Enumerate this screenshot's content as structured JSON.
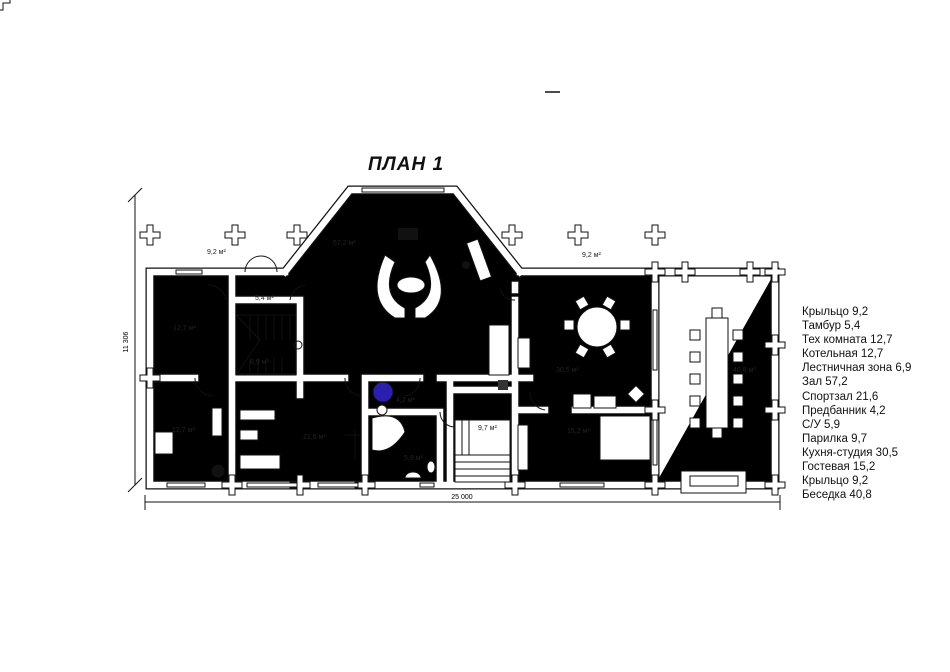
{
  "title": "ПЛАН 1",
  "dimensions": {
    "height": "11 306",
    "width": "25 000"
  },
  "areas": [
    {
      "id": "porch-left",
      "label": "9,2 м²"
    },
    {
      "id": "hall",
      "label": "57,2 м²"
    },
    {
      "id": "vestibule",
      "label": "5,4 м²"
    },
    {
      "id": "tech-room",
      "label": "12,7 м²"
    },
    {
      "id": "stairs",
      "label": "6,9 м²"
    },
    {
      "id": "pre-bath",
      "label": "4,2 м²"
    },
    {
      "id": "boiler",
      "label": "12,7 м²"
    },
    {
      "id": "gym",
      "label": "21,6 м²"
    },
    {
      "id": "wc",
      "label": "5,9 м²"
    },
    {
      "id": "steam-room",
      "label": "9,7 м²"
    },
    {
      "id": "porch-right",
      "label": "9,2 м²"
    },
    {
      "id": "kitchen",
      "label": "30,5 м²"
    },
    {
      "id": "guest",
      "label": "15,2 м²"
    },
    {
      "id": "gazebo",
      "label": "40,8 м²"
    }
  ],
  "legend": [
    "Крыльцо 9,2",
    "Тамбур 5,4",
    "Тех комната 12,7",
    "Котельная 12,7",
    "Лестничная зона 6,9",
    "Зал 57,2",
    "Спортзал 21,6",
    "Предбанник 4,2",
    "С/У 5,9",
    "Парилка 9,7",
    "Кухня-студия 30,5",
    "Гостевая 15,2",
    "Крыльцо 9,2",
    "Беседка 40,8"
  ],
  "colors": {
    "line": "#111111",
    "accent": "#2a1fb0"
  }
}
